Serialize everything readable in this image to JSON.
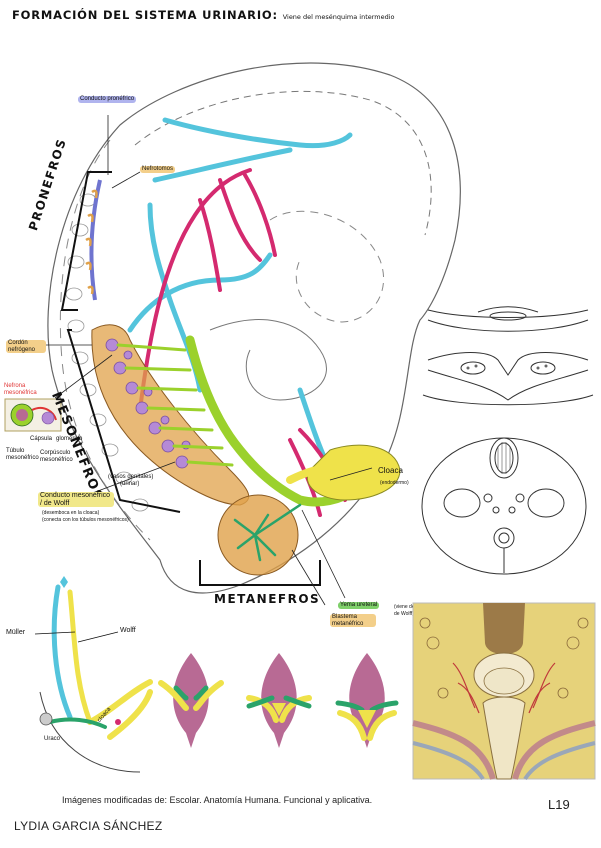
{
  "title": {
    "main": "FORMACIÓN DEL SISTEMA URINARIO:",
    "sub": "Viene del mesénquima intermedio"
  },
  "labels": {
    "conducto_pronefrico": "Conducto pronéfrico",
    "nefrotomos": "Nefrotomos",
    "pronefros": "PRONEFROS",
    "cordon_nefrogeno": "Cordón nefrógeno",
    "nefrona_mesonefrica": "Nefrona mesonéfrica",
    "mesonefros": "MESONEFROS",
    "capsula": "Cápsula",
    "glomerulo": "glomérulo",
    "tubulo_mesonefrico": "Túbulo mesonéfrico",
    "corpusculo_mesonefrico": "Corpúsculo mesonéfrico",
    "vasos_genitales": "(vasos genitales)",
    "vasos_genitales_2": "(urinar)",
    "conducto_wolff": "Conducto mesonéfrico / de Wolff",
    "conducto_wolff_note_1": "(desemboca en la cloaca)",
    "conducto_wolff_note_2": "(conecta con los túbulos mesonéfricos)",
    "cloaca": "Cloaca",
    "cloaca_note": "(endodermo)",
    "metanefros": "METANEFROS",
    "yema_ureteral": "Yema ureteral",
    "yema_ureteral_note": "(viene del conducto de Wolff)",
    "blastema": "Blastema metanéfrico",
    "muller": "Müller",
    "wolff": "Wolff",
    "uraco": "Uraco",
    "cloaca_small": "cloaca"
  },
  "footer": {
    "source": "Imágenes modificadas de: Escolar. Anatomía Humana. Funcional y aplicativa.",
    "page": "L19",
    "author": "LYDIA GARCIA SÁNCHEZ"
  },
  "colors": {
    "cyan": "#54c4dc",
    "magenta": "#d42a6f",
    "green": "#9bd12c",
    "yellow": "#efe24a",
    "orange": "#e0a14a",
    "purple": "#b58ad6",
    "blue": "#6f74cf",
    "plum": "#b86a94",
    "dark_green": "#2aa36a",
    "red": "#e03535"
  }
}
